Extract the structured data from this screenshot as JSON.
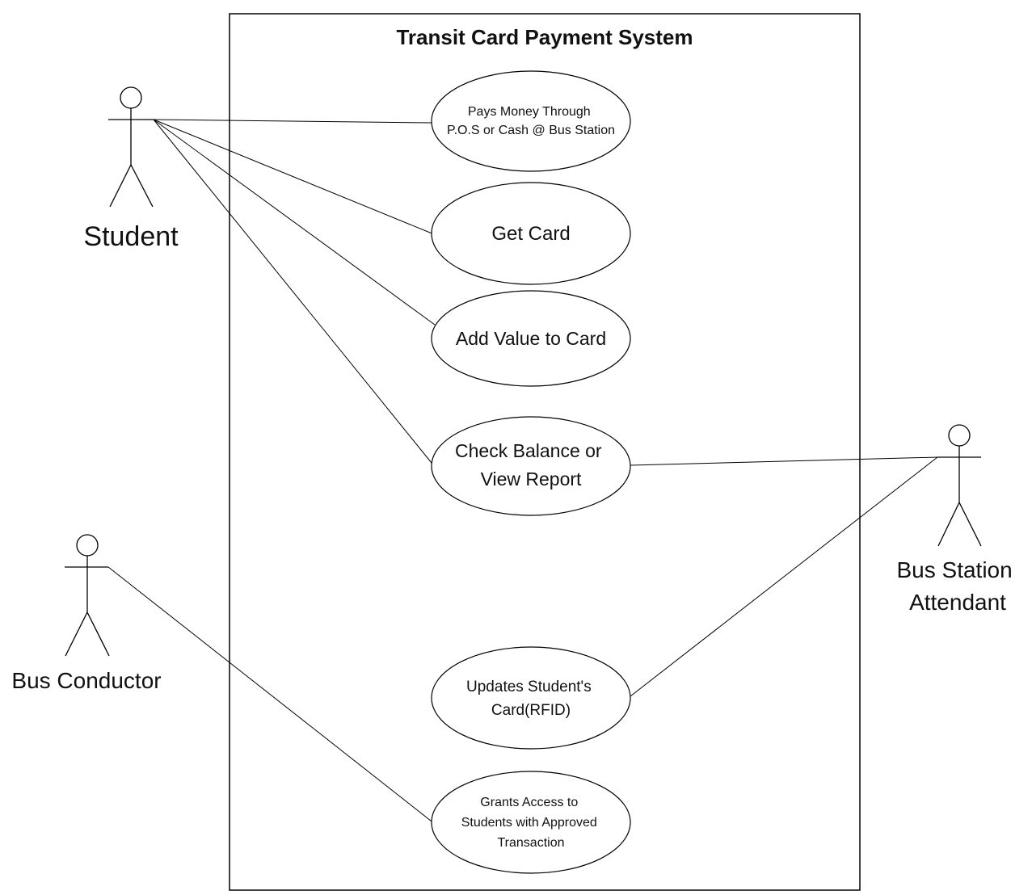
{
  "system": {
    "title": "Transit Card Payment System"
  },
  "actors": {
    "student": "Student",
    "bus_conductor": "Bus Conductor",
    "bus_station_attendant": [
      "Bus Station",
      "Attendant"
    ]
  },
  "use_cases": {
    "pays_money": [
      "Pays Money Through",
      "P.O.S or Cash @ Bus Station"
    ],
    "get_card": [
      "Get Card"
    ],
    "add_value": [
      "Add Value to Card"
    ],
    "check_balance": [
      "Check Balance or",
      "View Report"
    ],
    "updates_card": [
      "Updates Student's",
      "Card(RFID)"
    ],
    "grants_access": [
      "Grants Access to",
      "Students with Approved",
      "Transaction"
    ]
  },
  "associations": [
    [
      "student",
      "pays_money"
    ],
    [
      "student",
      "get_card"
    ],
    [
      "student",
      "add_value"
    ],
    [
      "student",
      "check_balance"
    ],
    [
      "bus_station_attendant",
      "check_balance"
    ],
    [
      "bus_station_attendant",
      "updates_card"
    ],
    [
      "bus_conductor",
      "grants_access"
    ]
  ]
}
